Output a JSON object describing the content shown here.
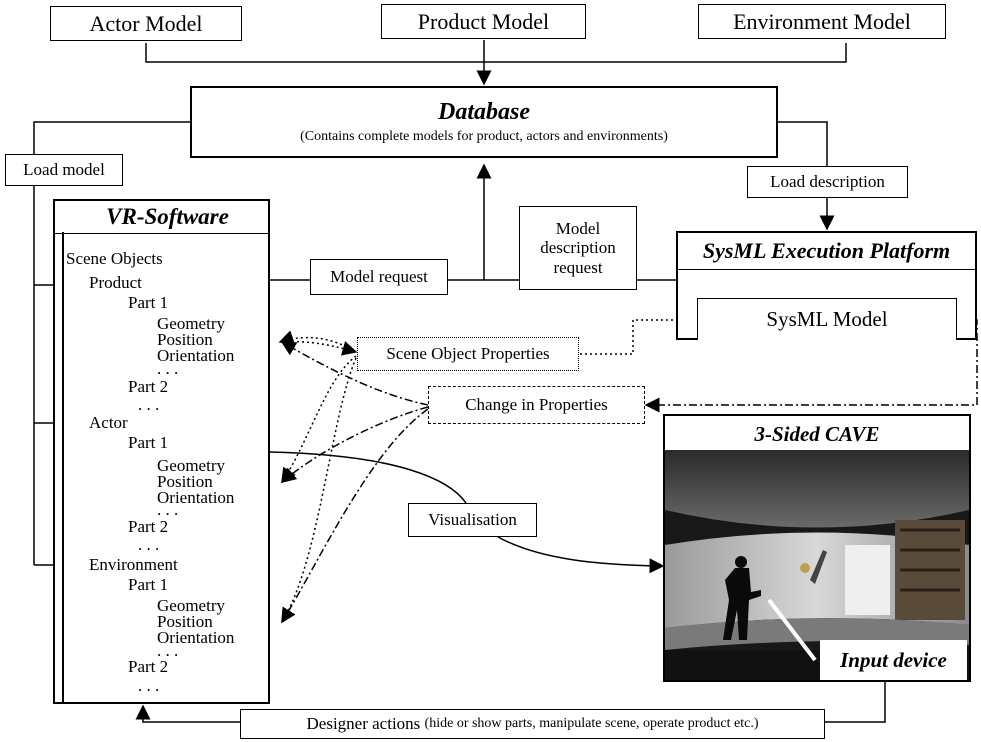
{
  "top_models": {
    "actor": "Actor Model",
    "product": "Product Model",
    "environment": "Environment Model"
  },
  "database": {
    "title": "Database",
    "subtitle": "(Contains complete models for product, actors and environments)"
  },
  "labels": {
    "load_model": "Load model",
    "load_description": "Load description",
    "model_request": "Model request",
    "model_description_request_1": "Model",
    "model_description_request_2": "description",
    "model_description_request_3": "request",
    "scene_object_properties": "Scene Object Properties",
    "change_in_properties": "Change in Properties",
    "visualisation": "Visualisation",
    "designer_actions": "Designer actions",
    "designer_actions_detail": "(hide or show parts, manipulate scene, operate product etc.)"
  },
  "vr_software": {
    "title": "VR-Software",
    "scene_objects": "Scene Objects",
    "groups": [
      {
        "name": "Product",
        "part1": "Part 1",
        "part2": "Part 2",
        "props": [
          "Geometry",
          "Position",
          "Orientation",
          ". . ."
        ],
        "more": ". . ."
      },
      {
        "name": "Actor",
        "part1": "Part 1",
        "part2": "Part 2",
        "props": [
          "Geometry",
          "Position",
          "Orientation",
          ". . ."
        ],
        "more": ". . ."
      },
      {
        "name": "Environment",
        "part1": "Part 1",
        "part2": "Part 2",
        "props": [
          "Geometry",
          "Position",
          "Orientation",
          ". . ."
        ],
        "more": ". . ."
      }
    ]
  },
  "sysml": {
    "platform_title": "SysML Execution Platform",
    "model_label": "SysML Model"
  },
  "cave": {
    "title": "3-Sided CAVE",
    "input_device": "Input device"
  }
}
